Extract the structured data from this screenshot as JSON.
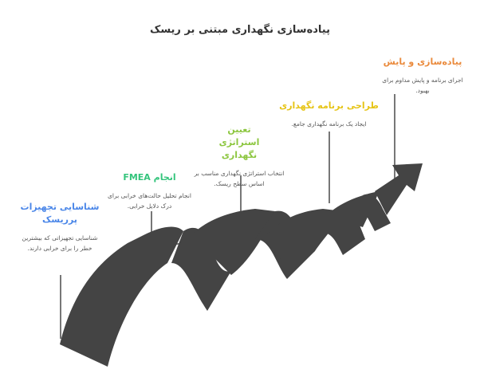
{
  "title": "پیاده‌سازی نگهداری مبتنی بر ریسک",
  "steps": [
    {
      "title": "شناسایی تجهیزات پرریسک",
      "desc": "شناسایی تجهیزاتی که بیشترین خطر را برای خرابی دارند.",
      "color": "#4a86e8"
    },
    {
      "title": "انجام FMEA",
      "desc": "انجام تحلیل حالت‌های خرابی برای درک دلایل خرابی.",
      "color": "#34c47c"
    },
    {
      "title": "تعیین استراتژی نگهداری",
      "desc": "انتخاب استراتژی نگهداری مناسب بر اساس سطح ریسک.",
      "color": "#8cc63f"
    },
    {
      "title": "طراحی برنامه نگهداری",
      "desc": "ایجاد یک برنامه نگهداری جامع.",
      "color": "#e6c416"
    },
    {
      "title": "پیاده‌سازی و پایش",
      "desc": "اجرای برنامه و پایش مداوم برای بهبود.",
      "color": "#ea8a3c"
    }
  ]
}
